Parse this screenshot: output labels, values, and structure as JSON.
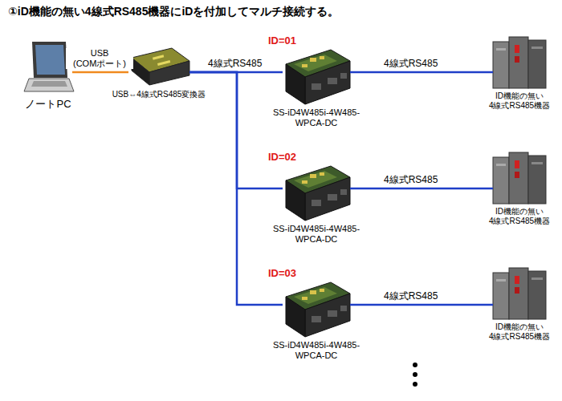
{
  "diagram": {
    "title": "①iD機能の無い4線式RS485機器にiDを付加してマルチ接続する。",
    "nodes": [
      {
        "text": [
          "ノートPC"
        ]
      },
      {
        "text": [
          "USB⇔4線式RS485変換器"
        ]
      },
      {
        "text": [
          "ID=01",
          "SS-iD4W485i-4W485-WPCA-DC"
        ]
      },
      {
        "text": [
          "ID機能の無い 4線式RS485機器"
        ]
      },
      {
        "text": [
          "ID=02",
          "SS-iD4W485i-4W485-WPCA-DC"
        ]
      },
      {
        "text": [
          "ID機能の無い 4線式RS485機器"
        ]
      },
      {
        "text": [
          "ID=03",
          "SS-iD4W485i-4W485-WPCA-DC"
        ]
      },
      {
        "text": [
          "ID機能の無い 4線式RS485機器"
        ]
      }
    ],
    "edges": [
      {
        "from": 0,
        "to": 1,
        "arrow": "none",
        "label": "USB (COMポート)"
      },
      {
        "from": 1,
        "to": 2,
        "arrow": "none",
        "label": "4線式RS485"
      },
      {
        "from": 1,
        "to": 4,
        "arrow": "none"
      },
      {
        "from": 1,
        "to": 6,
        "arrow": "none"
      },
      {
        "from": 2,
        "to": 3,
        "arrow": "none",
        "label": "4線式RS485"
      },
      {
        "from": 4,
        "to": 5,
        "arrow": "none",
        "label": "4線式RS485"
      },
      {
        "from": 6,
        "to": 7,
        "arrow": "none",
        "label": "4線式RS485"
      }
    ]
  }
}
